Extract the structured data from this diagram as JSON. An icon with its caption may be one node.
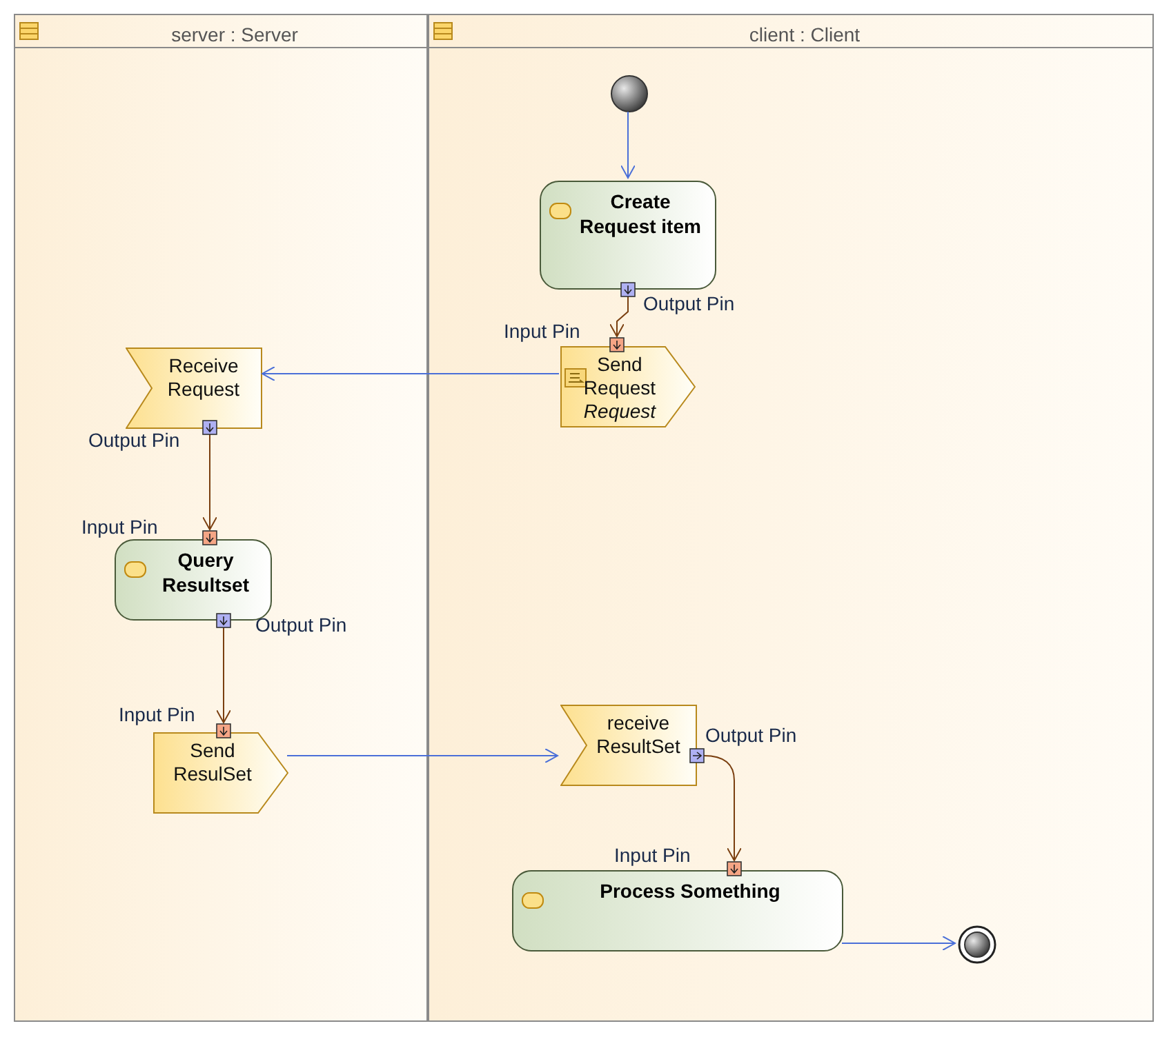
{
  "diagram": {
    "nodes": [
      {
        "text": [
          "server : Server"
        ]
      },
      {
        "text": [
          "client : Client"
        ]
      },
      {
        "text": [],
        "shape": "circle",
        "in": 1
      },
      {
        "text": [
          "Create Request item"
        ],
        "in": 1,
        "beside": [
          "Output Pin"
        ]
      },
      {
        "text": [
          "Send Request",
          "Request"
        ],
        "in": 1,
        "beside": [
          "Input Pin"
        ]
      },
      {
        "text": [
          "Receive Request"
        ],
        "in": 0,
        "beside": [
          "Output Pin"
        ]
      },
      {
        "text": [
          "Query Resultset"
        ],
        "in": 0,
        "beside": [
          "Input Pin",
          "Output Pin"
        ]
      },
      {
        "text": [
          "Send ResulSet"
        ],
        "in": 0,
        "beside": [
          "Input Pin"
        ]
      },
      {
        "text": [
          "receive ResultSet"
        ],
        "in": 1,
        "beside": [
          "Output Pin"
        ]
      },
      {
        "text": [
          "Process Something"
        ],
        "in": 1,
        "beside": [
          "Input Pin"
        ]
      },
      {
        "text": [],
        "shape": "circle",
        "in": 1
      }
    ],
    "edges": [
      {
        "from": 2,
        "to": 3,
        "arrow": "to",
        "color": "#4a6fd8"
      },
      {
        "from": 3,
        "to": 4,
        "arrow": "to",
        "color": "#7a3f10"
      },
      {
        "from": 4,
        "to": 5,
        "arrow": "to",
        "color": "#4a6fd8"
      },
      {
        "from": 5,
        "to": 6,
        "arrow": "to",
        "color": "#7a3f10"
      },
      {
        "from": 6,
        "to": 7,
        "arrow": "to",
        "color": "#7a3f10"
      },
      {
        "from": 7,
        "to": 8,
        "arrow": "to",
        "color": "#4a6fd8"
      },
      {
        "from": 8,
        "to": 9,
        "arrow": "to",
        "color": "#7a3f10"
      },
      {
        "from": 9,
        "to": 10,
        "arrow": "to",
        "color": "#4a6fd8"
      }
    ]
  }
}
